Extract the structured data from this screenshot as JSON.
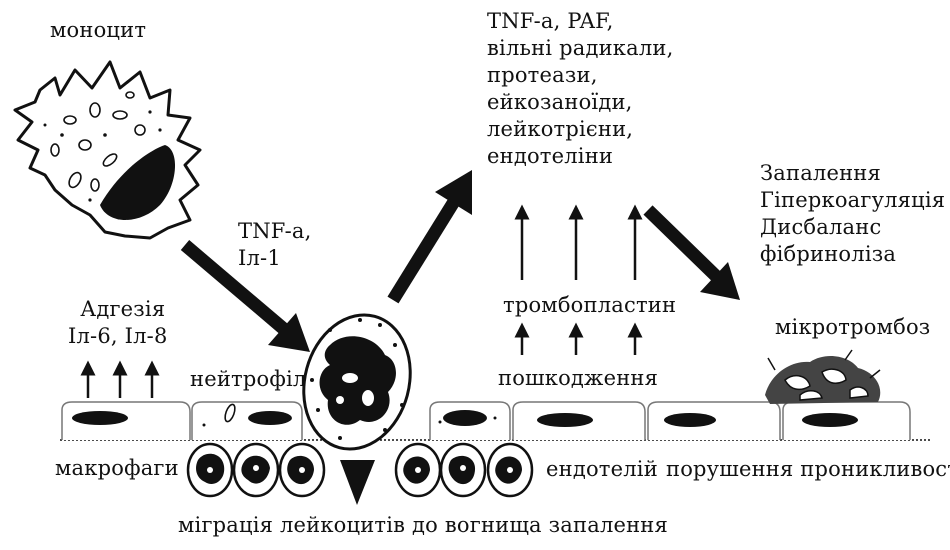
{
  "labels": {
    "monocyte": "моноцит",
    "cytokines_monocyte": [
      "TNF-a,",
      "Іл-1"
    ],
    "mediators": [
      "TNF-a, PAF,",
      "вільні радикали,",
      "протеази,",
      "ейкозаноїди,",
      "лейкотрієни,",
      "ендотеліни"
    ],
    "effects": [
      "Запалення",
      "Гіперкоагуляція",
      "Дисбаланс",
      "фібриноліза"
    ],
    "adhesion": [
      "Адгезія",
      "Іл-6, Іл-8"
    ],
    "neutrophil": "нейтрофіл",
    "thromboplastin": "тромбопластин",
    "damage": "пошкодження",
    "microthrombosis": "мікротромбоз",
    "macrophages": "макрофаги",
    "endothelium": "ендотелій",
    "permeability": "порушення проникливості",
    "migration": "міграція лейкоцитів до вогнища запалення"
  },
  "colors": {
    "ink": "#111111",
    "background": "#ffffff"
  }
}
